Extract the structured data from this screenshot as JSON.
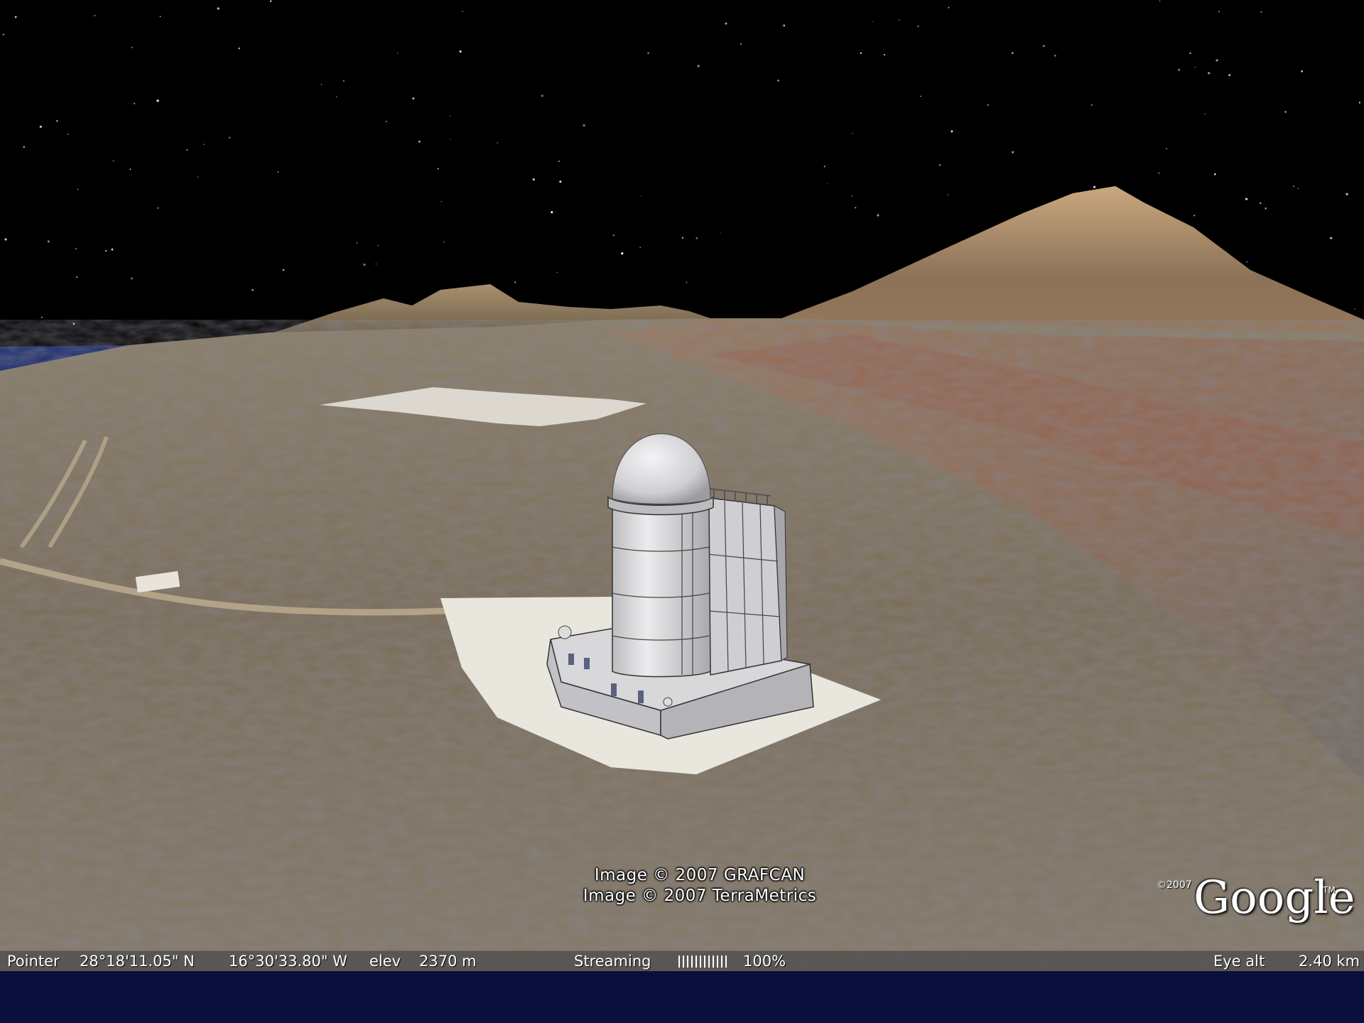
{
  "attribution": {
    "line1": "Image © 2007 GRAFCAN",
    "line2": "Image © 2007 TerraMetrics"
  },
  "logo": {
    "copyright": "©2007",
    "word": "Google",
    "tm": "TM"
  },
  "statusbar": {
    "pointer_label": "Pointer",
    "latitude": "28°18'11.05\" N",
    "longitude": "16°30'33.80\" W",
    "elev_label": "elev",
    "elev_value": "2370 m",
    "streaming_label": "Streaming",
    "streaming_percent": "100%",
    "streaming_progress": 1.0,
    "eye_alt_label": "Eye alt",
    "eye_alt_value": "2.40 km"
  },
  "colors": {
    "sky": "#000000",
    "ocean": "#1a2a6e",
    "bottom_band": "#0a0f3c",
    "terrain": "#7a6e58",
    "building": "#d4d4d6"
  }
}
